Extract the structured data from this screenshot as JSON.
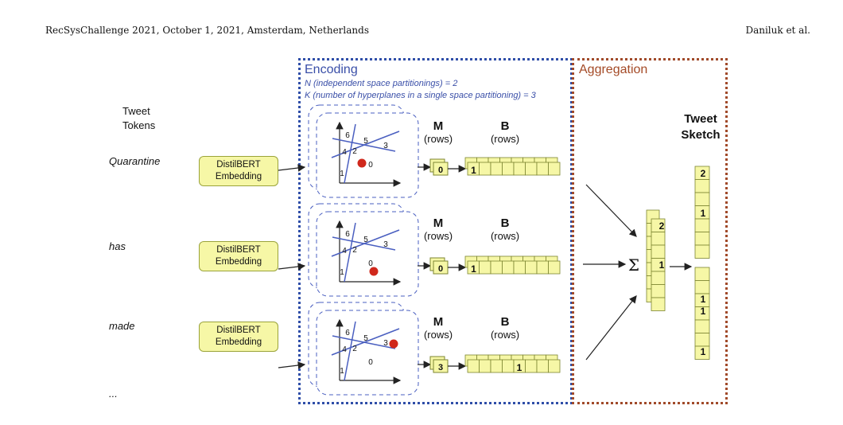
{
  "header": {
    "left": "RecSysChallenge 2021, October 1, 2021, Amsterdam, Netherlands",
    "right": "Daniluk et al."
  },
  "encoding": {
    "title": "Encoding",
    "note_n": "N (independent space partitionings) = 2",
    "note_k": "K (number of hyperplanes in a single space partitioning) = 3"
  },
  "aggregation": {
    "title": "Aggregation",
    "sum_symbol": "Σ"
  },
  "tokens_header": {
    "line1": "Tweet",
    "line2": "Tokens"
  },
  "tokens": [
    "Quarantine",
    "has",
    "made",
    "..."
  ],
  "embedding": {
    "line1": "DistilBERT",
    "line2": "Embedding"
  },
  "m_label": {
    "letter": "M",
    "sub": "(rows)"
  },
  "b_label": {
    "letter": "B",
    "sub": "(rows)"
  },
  "region_numbers": [
    "6",
    "5",
    "3",
    "4",
    "2",
    "1",
    "0"
  ],
  "m_values": [
    "0",
    "0",
    "3"
  ],
  "b_values": [
    {
      "value": "1",
      "position": 0
    },
    {
      "value": "1",
      "position": 0
    },
    {
      "value": "1",
      "position": 3
    }
  ],
  "sum_column_values": [
    "2",
    "1"
  ],
  "sketch": {
    "title_line1": "Tweet",
    "title_line2": "Sketch",
    "values": [
      "2",
      "1",
      "1",
      "1",
      "1"
    ]
  },
  "colors": {
    "encoding_border": "#2f4ea8",
    "aggregation_border": "#a14a2a",
    "cell_fill": "#f6f7a6",
    "point": "#d0281c",
    "line": "#4a5fc0"
  }
}
